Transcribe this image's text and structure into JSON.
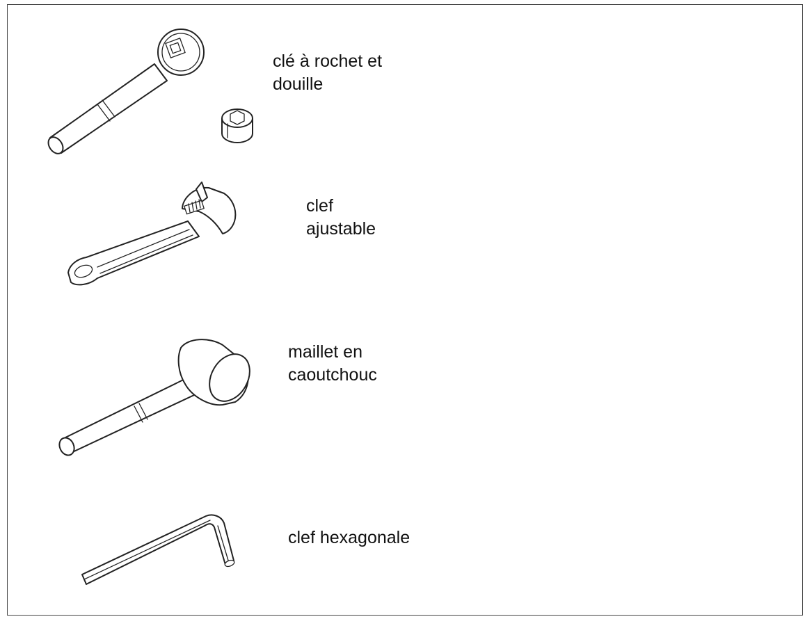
{
  "tools": [
    {
      "id": "ratchet",
      "icon": "ratchet-and-socket-icon",
      "lines": [
        "clé à rochet et",
        "douille"
      ]
    },
    {
      "id": "wrench",
      "icon": "adjustable-wrench-icon",
      "lines": [
        "clef",
        "ajustable"
      ]
    },
    {
      "id": "mallet",
      "icon": "rubber-mallet-icon",
      "lines": [
        "maillet en",
        "caoutchouc"
      ]
    },
    {
      "id": "hex",
      "icon": "hex-key-icon",
      "lines": [
        "clef hexagonale"
      ]
    }
  ],
  "colors": {
    "line": "#222222",
    "frame": "#444444",
    "background": "#ffffff"
  }
}
